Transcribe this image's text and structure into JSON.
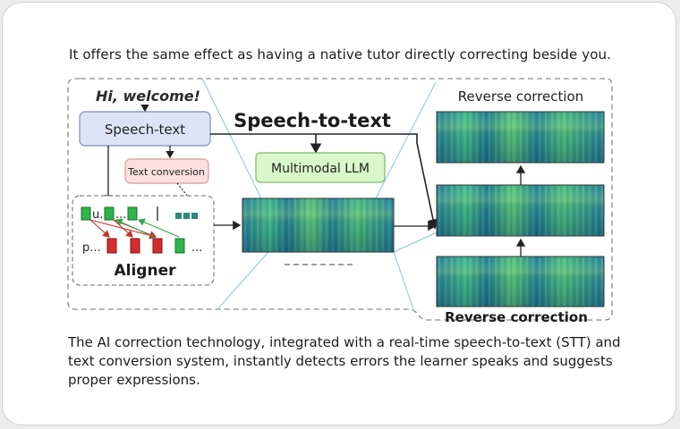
{
  "intro": "It offers the same effect as having a native tutor directly correcting beside you.",
  "description": "The AI correction technology, integrated with a real-time speech-to-text (STT) and text conversion system, instantly detects errors the learner speaks and suggests proper expressions.",
  "diagram": {
    "greeting": "Hi, welcome!",
    "speech_text_label": "Speech-text",
    "text_conversion_label": "Text conversion",
    "aligner_label": "Aligner",
    "stt_title": "Speech-to-text",
    "llm_label": "Multimodal LLM",
    "reverse_top": "Reverse correction",
    "reverse_bottom": "Reverse correction",
    "u_label": "u..",
    "dots_top": "...",
    "p_label": "p...",
    "dots_bottom": "..."
  },
  "colors": {
    "speech_text_box": "#dde3f6",
    "text_conversion_box": "#fce0e0",
    "llm_box": "#d9f7c9",
    "green_token": "#2fb34a",
    "red_token": "#d62b2b",
    "teal_token": "#2b8a7a",
    "spectrogram_base": "#1b8a8c"
  }
}
